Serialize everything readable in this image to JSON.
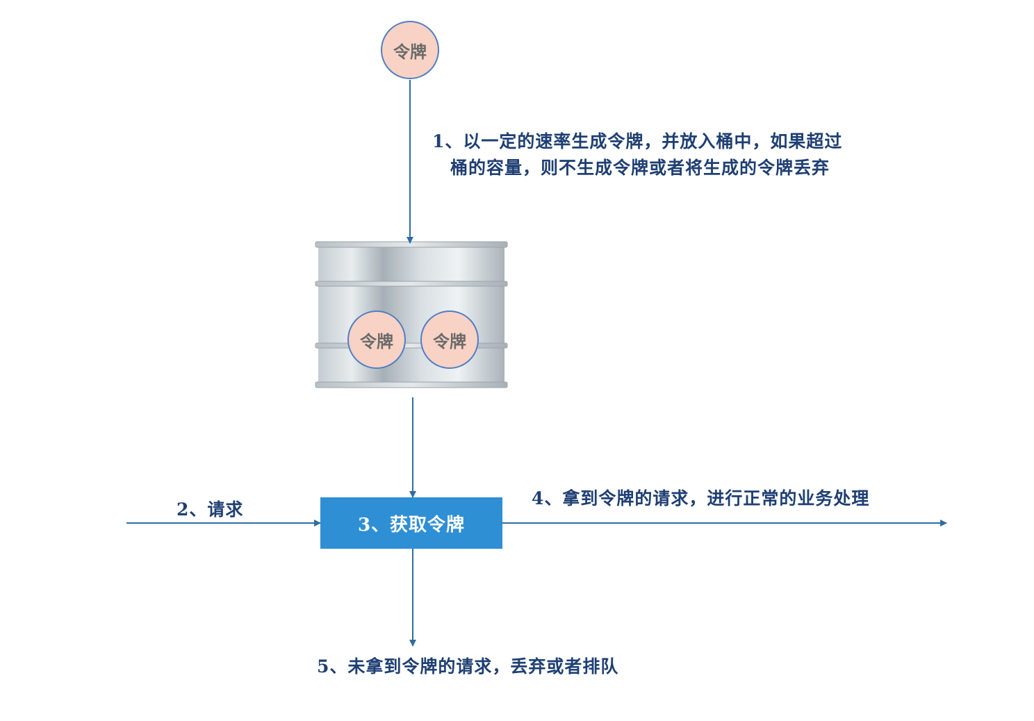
{
  "token_label": "令牌",
  "labels": {
    "step1_line1": "1、以一定的速率生成令牌，并放入桶中，如果超过",
    "step1_line2": "桶的容量，则不生成令牌或者将生成的令牌丢弃",
    "step2": "2、请求",
    "step3": "3、获取令牌",
    "step4": "4、拿到令牌的请求，进行正常的业务处理",
    "step5": "5、未拿到令牌的请求，丢弃或者排队"
  },
  "colors": {
    "arrow": "#2e6da4",
    "token_fill": "#f8d2c4",
    "token_border": "#4f7ec5",
    "action_box": "#2e8fd5",
    "label_text": "#1f3f73"
  }
}
